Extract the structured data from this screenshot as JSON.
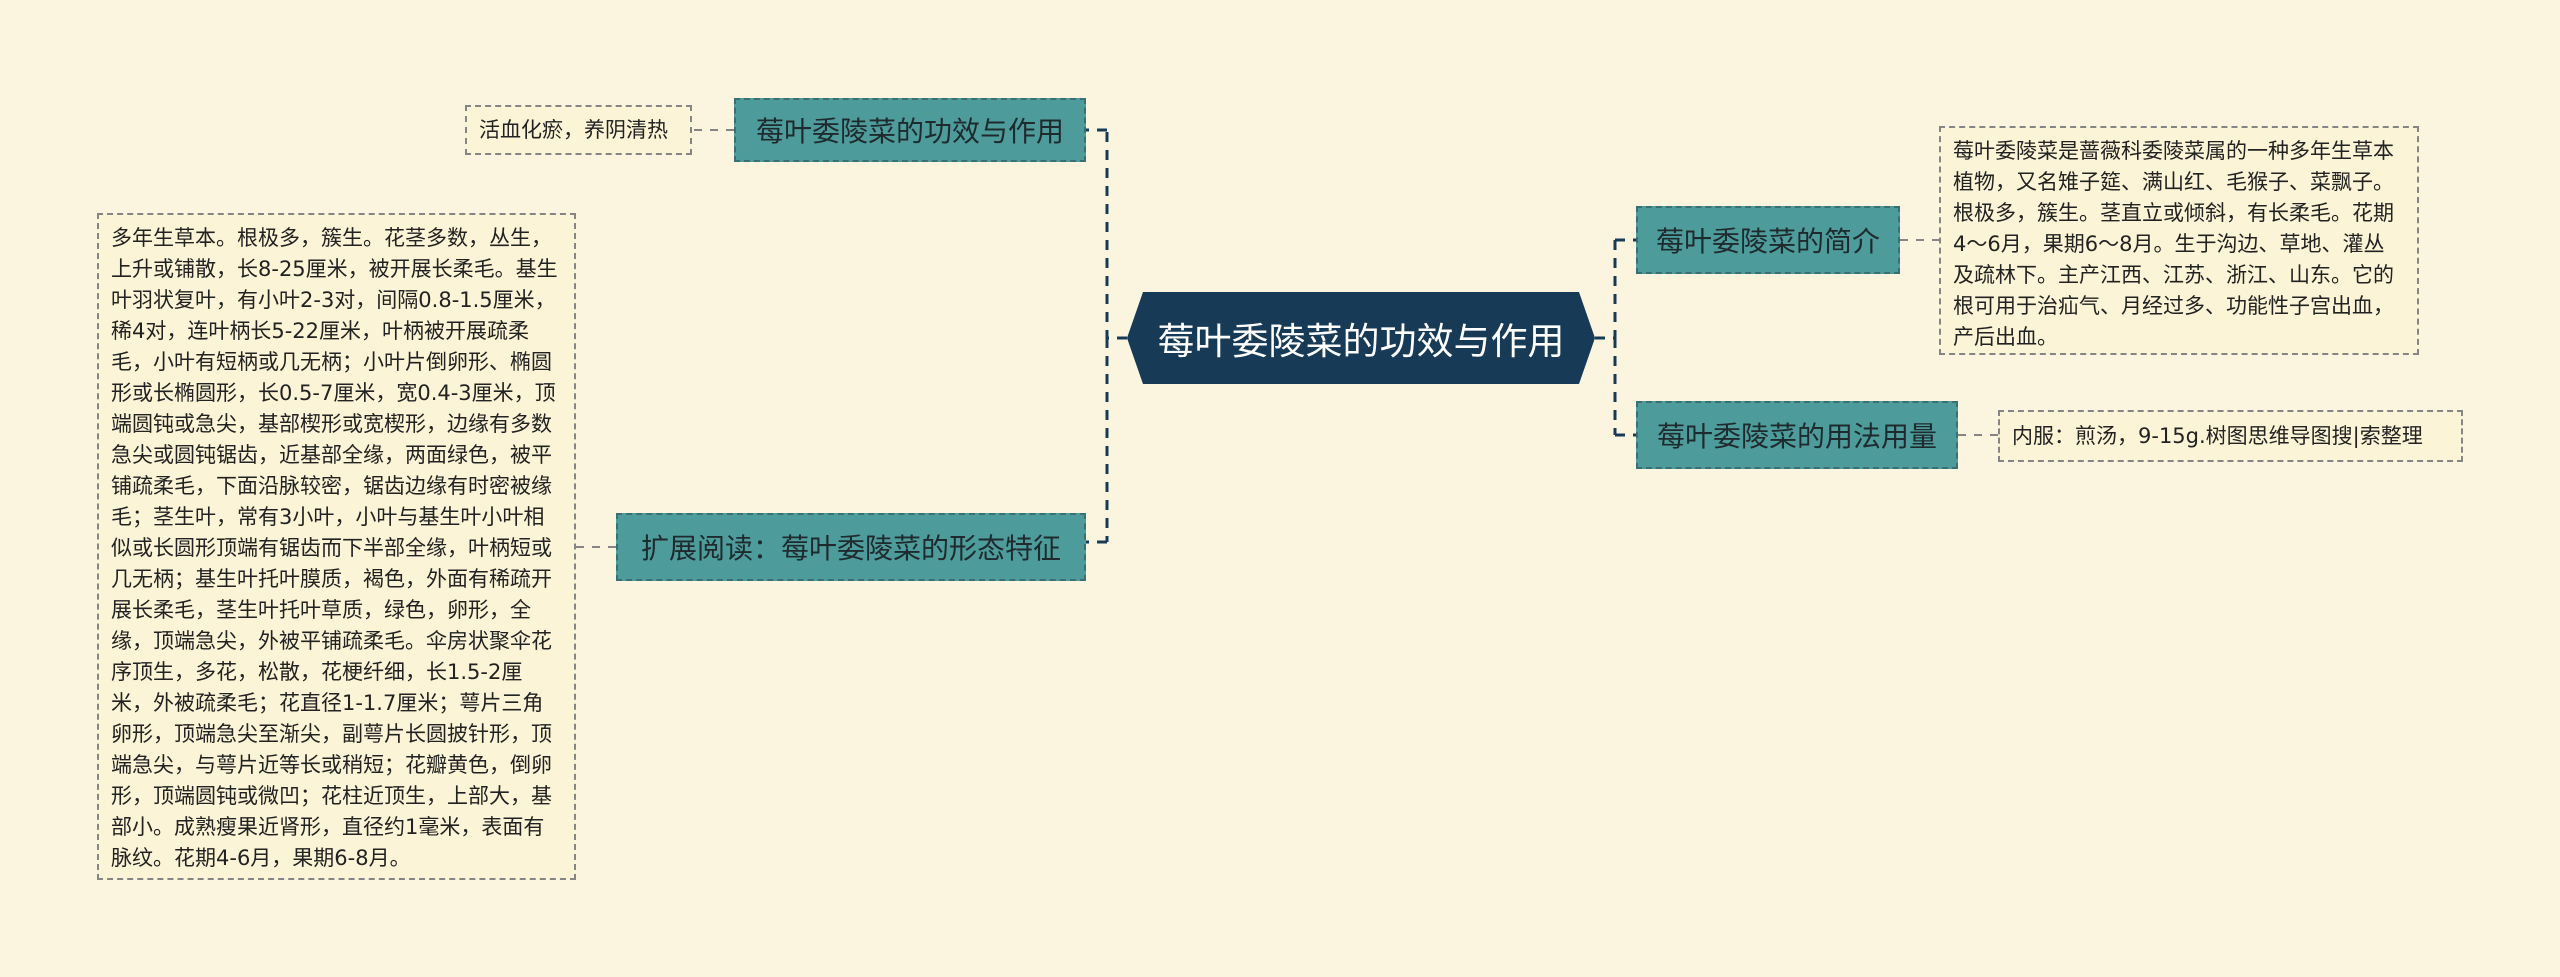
{
  "center": {
    "label": "莓叶委陵菜的功效与作用"
  },
  "branches": [
    {
      "label": "莓叶委陵菜的功效与作用",
      "detail": "活血化瘀，养阴清热"
    },
    {
      "label": "扩展阅读：莓叶委陵菜的形态特征",
      "detail": "多年生草本。根极多，簇生。花茎多数，丛生，上升或铺散，长8-25厘米，被开展长柔毛。基生叶羽状复叶，有小叶2-3对，间隔0.8-1.5厘米，稀4对，连叶柄长5-22厘米，叶柄被开展疏柔毛，小叶有短柄或几无柄；小叶片倒卵形、椭圆形或长椭圆形，长0.5-7厘米，宽0.4-3厘米，顶端圆钝或急尖，基部楔形或宽楔形，边缘有多数急尖或圆钝锯齿，近基部全缘，两面绿色，被平铺疏柔毛，下面沿脉较密，锯齿边缘有时密被缘毛；茎生叶，常有3小叶，小叶与基生叶小叶相似或长圆形顶端有锯齿而下半部全缘，叶柄短或几无柄；基生叶托叶膜质，褐色，外面有稀疏开展长柔毛，茎生叶托叶草质，绿色，卵形，全缘，顶端急尖，外被平铺疏柔毛。伞房状聚伞花序顶生，多花，松散，花梗纤细，长1.5-2厘米，外被疏柔毛；花直径1-1.7厘米；萼片三角卵形，顶端急尖至渐尖，副萼片长圆披针形，顶端急尖，与萼片近等长或稍短；花瓣黄色，倒卵形，顶端圆钝或微凹；花柱近顶生，上部大，基部小。成熟瘦果近肾形，直径约1毫米，表面有脉纹。花期4-6月，果期6-8月。"
    },
    {
      "label": "莓叶委陵菜的简介",
      "detail": "莓叶委陵菜是蔷薇科委陵菜属的一种多年生草本植物，又名雉子筵、满山红、毛猴子、菜飘子。根极多，簇生。茎直立或倾斜，有长柔毛。花期4～6月，果期6～8月。生于沟边、草地、灌丛及疏林下。主产江西、江苏、浙江、山东。它的根可用于治疝气、月经过多、功能性子宫出血，产后出血。"
    },
    {
      "label": "莓叶委陵菜的用法用量",
      "detail": "内服：煎汤，9-15g.树图思维导图搜|索整理"
    }
  ],
  "colors": {
    "background": "#fbf5e0",
    "center_fill": "#173a56",
    "branch_fill": "#4d9c9b",
    "leaf_fill": "#fbf4d6",
    "connector": "#173a56"
  }
}
